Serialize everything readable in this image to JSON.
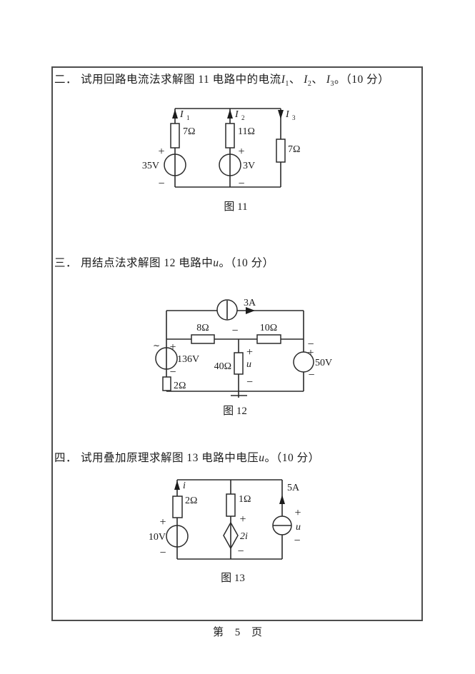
{
  "page": {
    "footer": "第 5 页"
  },
  "problems": {
    "p2": {
      "num": "二．",
      "pre": "试用回路电流法求解图 11 电路中的电流",
      "sym": "I",
      "sub1": "1",
      "sub2": "2",
      "sub3": "3",
      "sep": "、 ",
      "tail": "。（10 分）"
    },
    "p3": {
      "num": "三．",
      "pre": "用结点法求解图 12 电路中",
      "var": "u",
      "tail": "。（10 分）"
    },
    "p4": {
      "num": "四．",
      "pre": "试用叠加原理求解图 13 电路中电压",
      "var": "u",
      "tail": "。（10 分）"
    }
  },
  "fig11": {
    "caption": "图 11",
    "i_sym": "I",
    "i1_sub": "1",
    "i2_sub": "2",
    "i3_sub": "3",
    "r_left": "7Ω",
    "r_mid": "11Ω",
    "r_right": "7Ω",
    "v_left": "35V",
    "v_mid": "3V",
    "plus": "+",
    "minus": "−"
  },
  "fig12": {
    "caption": "图 12",
    "i_src": "3A",
    "r_8": "8Ω",
    "r_10": "10Ω",
    "r_40": "40Ω",
    "r_2": "2Ω",
    "v_136": "136V",
    "v_50": "50V",
    "u": "u",
    "tilde": "∼",
    "plus": "+",
    "minus": "−"
  },
  "fig13": {
    "caption": "图 13",
    "i_var": "i",
    "r_2": "2Ω",
    "r_1": "1Ω",
    "v_10": "10V",
    "dep_src": "2i",
    "i_src": "5A",
    "u": "u",
    "plus": "+",
    "minus": "−"
  }
}
